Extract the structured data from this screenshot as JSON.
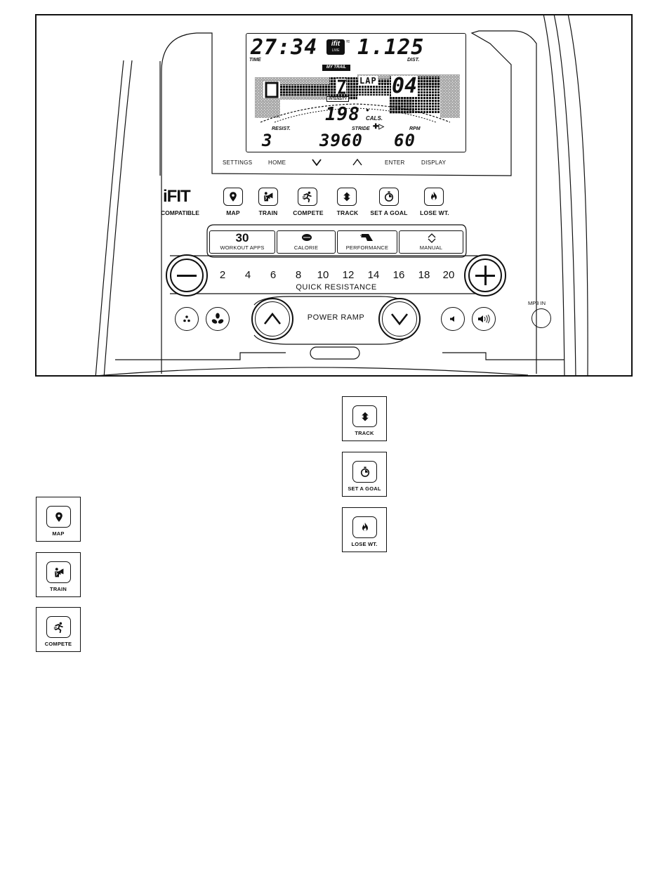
{
  "display": {
    "time_value": "27:34",
    "time_label": "TIME",
    "distance_value": "1.125",
    "distance_label": "DIST.",
    "ifit_badge": "ifit",
    "ifit_badge_sub": "LIVE",
    "my_trail_label": "MY TRAIL",
    "lap_text": "LAP",
    "lap_number": "04",
    "intensity_label": "INTENSITY",
    "calories_value": "198",
    "calories_label": "CALS.",
    "resist_label": "RESIST.",
    "resist_value": "3",
    "stride_label": "STRIDE",
    "stride_value": "3960",
    "rpm_label": "RPM",
    "rpm_value": "60"
  },
  "nav": {
    "settings": "SETTINGS",
    "home": "HOME",
    "down_icon": "chevron-down-icon",
    "up_icon": "chevron-up-icon",
    "enter": "ENTER",
    "display": "DISPLAY"
  },
  "ifit": {
    "logo": "iFIT",
    "compatible": "COMPATIBLE",
    "buttons": [
      {
        "label": "MAP",
        "icon": "map-pin-icon"
      },
      {
        "label": "TRAIN",
        "icon": "trainer-icon"
      },
      {
        "label": "COMPETE",
        "icon": "runner-icon"
      },
      {
        "label": "TRACK",
        "icon": "track-icon"
      },
      {
        "label": "SET A GOAL",
        "icon": "stopwatch-icon"
      },
      {
        "label": "LOSE WT.",
        "icon": "flame-icon"
      }
    ]
  },
  "workouts": [
    {
      "big": "30",
      "label": "WORKOUT APPS"
    },
    {
      "label": "CALORIE",
      "icon": "calorie-icon"
    },
    {
      "label": "PERFORMANCE",
      "icon": "performance-icon"
    },
    {
      "label": "MANUAL",
      "icon": "up-down-icon"
    }
  ],
  "quick_resistance": {
    "label": "QUICK RESISTANCE",
    "levels": [
      "2",
      "4",
      "6",
      "8",
      "10",
      "12",
      "14",
      "16",
      "18",
      "20"
    ]
  },
  "power_ramp": {
    "label": "POWER RAMP"
  },
  "mp3": {
    "label": "MP3 IN"
  },
  "legend_left": [
    {
      "label": "MAP",
      "icon": "map-pin-icon"
    },
    {
      "label": "TRAIN",
      "icon": "trainer-icon"
    },
    {
      "label": "COMPETE",
      "icon": "runner-icon"
    }
  ],
  "legend_right": [
    {
      "label": "TRACK",
      "icon": "track-icon"
    },
    {
      "label": "SET A GOAL",
      "icon": "stopwatch-icon"
    },
    {
      "label": "LOSE WT.",
      "icon": "flame-icon"
    }
  ]
}
